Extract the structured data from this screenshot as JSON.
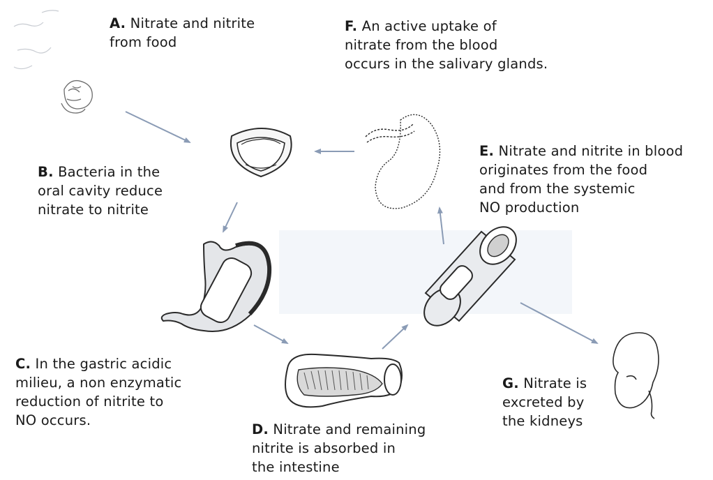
{
  "colors": {
    "ink": "#1a1a1a",
    "arrow": "#8a9bb5",
    "organ_fill": "#eef0f2",
    "organ_shade": "#3a3a3a",
    "background_tint": "#f3f6fa"
  },
  "icons": {
    "food": "food-icon",
    "mouth": "mouth-icon",
    "salivary_gland": "salivary-gland-icon",
    "stomach": "stomach-icon",
    "intestine": "intestine-icon",
    "blood_vessel": "blood-vessel-icon",
    "kidney": "kidney-icon"
  },
  "steps": {
    "a": {
      "letter": "A.",
      "lines": [
        "Nitrate and nitrite",
        "from food"
      ]
    },
    "b": {
      "letter": "B.",
      "lines": [
        "Bacteria in the",
        "oral cavity reduce",
        "nitrate to nitrite"
      ]
    },
    "c": {
      "letter": "C.",
      "lines": [
        "In the gastric acidic",
        "milieu, a non enzymatic",
        "reduction of nitrite to",
        "NO occurs."
      ]
    },
    "d": {
      "letter": "D.",
      "lines": [
        "Nitrate and remaining",
        "nitrite is absorbed in",
        "the intestine"
      ]
    },
    "e": {
      "letter": "E.",
      "lines": [
        "Nitrate and nitrite in blood",
        "originates from the food",
        "and from the systemic",
        "NO production"
      ]
    },
    "f": {
      "letter": "F.",
      "lines": [
        "An active uptake of",
        "nitrate from the blood",
        "occurs in the salivary glands."
      ]
    },
    "g": {
      "letter": "G.",
      "lines": [
        "Nitrate is",
        "excreted by",
        "the kidneys"
      ]
    }
  }
}
